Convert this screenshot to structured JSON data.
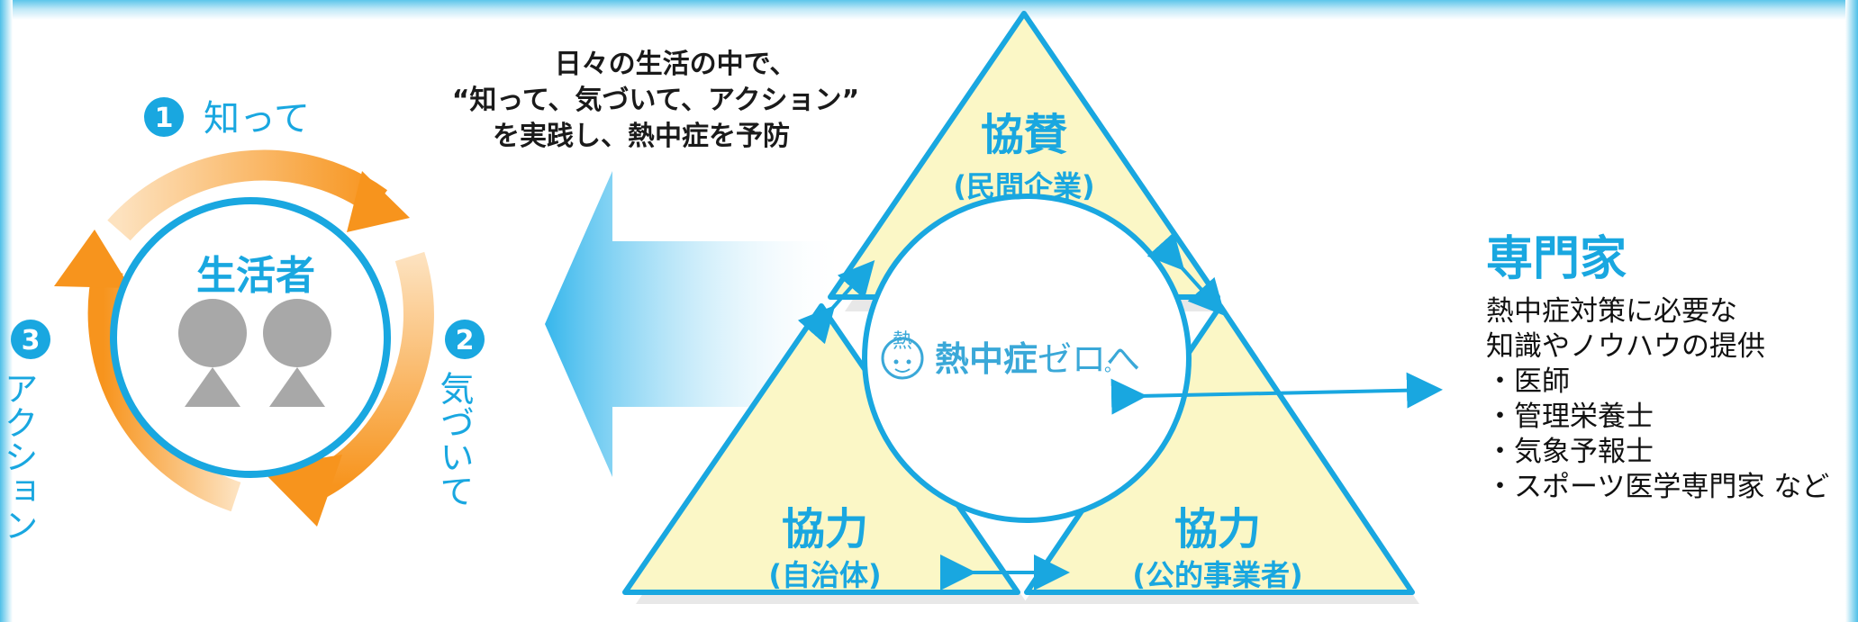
{
  "caption": [
    "日々の生活の中で、",
    "“知って、気づいて、アクション”",
    "を実践し、熱中症を予防"
  ],
  "cycle": {
    "center_label": "生活者",
    "steps": [
      {
        "number": "1",
        "label": "知って"
      },
      {
        "number": "2",
        "label": "気づいて"
      },
      {
        "number": "3",
        "label": "アクション"
      }
    ]
  },
  "triangle": {
    "top": {
      "title": "協賛",
      "sub": "(民間企業)"
    },
    "left": {
      "title": "協力",
      "sub": "(自治体)"
    },
    "right": {
      "title": "協力",
      "sub": "(公的事業者)"
    },
    "logo": {
      "prefix": "熱中症",
      "suffix": "ゼロへ",
      "mark": "。",
      "mascot_glyph": "熱"
    }
  },
  "expert": {
    "title": "専門家",
    "lines": [
      "熱中症対策に必要な",
      "知識やノウハウの提供",
      "・医師",
      "・管理栄養士",
      "・気象予報士",
      "・スポーツ医学専門家  など"
    ]
  },
  "colors": {
    "accent_blue": "#19a7e0",
    "accent_orange": "#f7941d",
    "triangle_fill": "#fbf7c6",
    "people_gray": "#a8a8a8"
  }
}
